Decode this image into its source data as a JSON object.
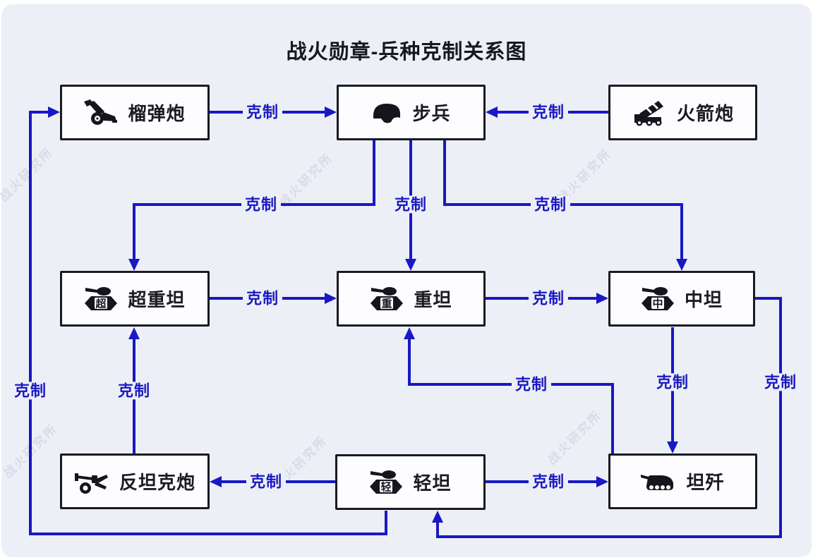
{
  "title": "战火勋章-兵种克制关系图",
  "watermark": "战火研究所",
  "colors": {
    "arrow": "#1818c4",
    "box_border": "#1a1a22",
    "background": "#edeff7",
    "edge_label": "#1a1ac2",
    "watermark": "#d8dae8"
  },
  "nodes": [
    {
      "id": "howitzer",
      "label": "榴弹炮",
      "icon": "howitzer-icon"
    },
    {
      "id": "infantry",
      "label": "步兵",
      "icon": "helmet-icon"
    },
    {
      "id": "rocket-artillery",
      "label": "火箭炮",
      "icon": "rocket-launcher-icon"
    },
    {
      "id": "super-heavy-tank",
      "label": "超重坦",
      "icon": "tank-icon",
      "icon_char": "超"
    },
    {
      "id": "heavy-tank",
      "label": "重坦",
      "icon": "tank-icon",
      "icon_char": "重"
    },
    {
      "id": "medium-tank",
      "label": "中坦",
      "icon": "tank-icon",
      "icon_char": "中"
    },
    {
      "id": "anti-tank-gun",
      "label": "反坦克炮",
      "icon": "anti-tank-gun-icon"
    },
    {
      "id": "light-tank",
      "label": "轻坦",
      "icon": "tank-icon",
      "icon_char": "轻"
    },
    {
      "id": "tank-destroyer",
      "label": "坦歼",
      "icon": "tank-destroyer-icon"
    }
  ],
  "edges": [
    {
      "from": "榴弹炮",
      "to": "步兵",
      "label": "克制"
    },
    {
      "from": "火箭炮",
      "to": "步兵",
      "label": "克制"
    },
    {
      "from": "步兵",
      "to": "超重坦",
      "label": "克制"
    },
    {
      "from": "步兵",
      "to": "重坦",
      "label": "克制"
    },
    {
      "from": "步兵",
      "to": "中坦",
      "label": "克制"
    },
    {
      "from": "超重坦",
      "to": "重坦",
      "label": "克制"
    },
    {
      "from": "重坦",
      "to": "中坦",
      "label": "克制"
    },
    {
      "from": "坦歼",
      "to": "重坦",
      "label": "克制"
    },
    {
      "from": "中坦",
      "to": "坦歼",
      "label": "克制"
    },
    {
      "from": "中坦",
      "to": "轻坦",
      "label": "克制"
    },
    {
      "from": "轻坦",
      "to": "反坦克炮",
      "label": "克制"
    },
    {
      "from": "轻坦",
      "to": "坦歼",
      "label": "克制"
    },
    {
      "from": "反坦克炮",
      "to": "超重坦",
      "label": "克制"
    },
    {
      "from": "轻坦",
      "to": "榴弹炮",
      "label": "克制"
    }
  ]
}
